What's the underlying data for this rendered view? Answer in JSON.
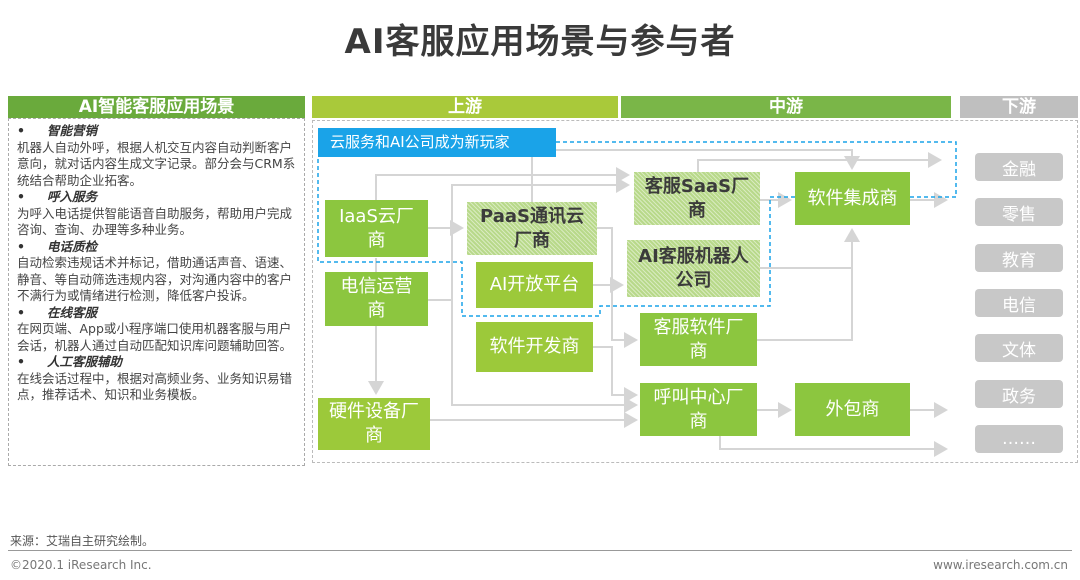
{
  "title": "AI客服应用场景与参与者",
  "left_panel": {
    "header": "AI智能客服应用场景",
    "items": [
      {
        "heading": "智能营销",
        "text": "机器人自动外呼，根据人机交互内容自动判断客户意向，就对话内容生成文字记录。部分会与CRM系统结合帮助企业拓客。"
      },
      {
        "heading": "呼入服务",
        "text": "为呼入电话提供智能语音自助服务，帮助用户完成咨询、查询、办理等多种业务。"
      },
      {
        "heading": "电话质检",
        "text": "自动检索违规话术并标记，借助通话声音、语速、静音、等自动筛选违规内容，对沟通内容中的客户不满行为或情绪进行检测，降低客户投诉。"
      },
      {
        "heading": "在线客服",
        "text": "在网页端、App或小程序端口使用机器客服与用户会话，机器人通过自动匹配知识库问题辅助回答。"
      },
      {
        "heading": "人工客服辅助",
        "text": "在线会话过程中，根据对高频业务、业务知识易错点，推荐话术、知识和业务模板。"
      }
    ]
  },
  "headers": {
    "upstream": "上游",
    "midstream": "中游",
    "downstream": "下游"
  },
  "callout": "云服务和AI公司成为新玩家",
  "upstream": {
    "iaas": "IaaS云厂商",
    "paas": "PaaS通讯云厂商",
    "telecom": "电信运营商",
    "ai_platform": "AI开放平台",
    "software_dev": "软件开发商",
    "hardware": "硬件设备厂商"
  },
  "midstream": {
    "saas": "客服SaaS厂商",
    "ai_robot": "AI客服机器人公司",
    "cs_software": "客服软件厂商",
    "call_center": "呼叫中心厂商",
    "integrator": "软件集成商",
    "outsourcer": "外包商"
  },
  "downstream": [
    "金融",
    "零售",
    "教育",
    "电信",
    "文体",
    "政务",
    "……"
  ],
  "footer": {
    "source": "来源：艾瑞自主研究绘制。",
    "copyright": "©2020.1 iResearch Inc.",
    "website": "www.iresearch.com.cn"
  },
  "colors": {
    "green": "#8cc63f",
    "lime": "#9cc93a",
    "header_left": "#6aaa3c",
    "blue": "#1aa3e8",
    "gray": "#c8c8c8"
  }
}
